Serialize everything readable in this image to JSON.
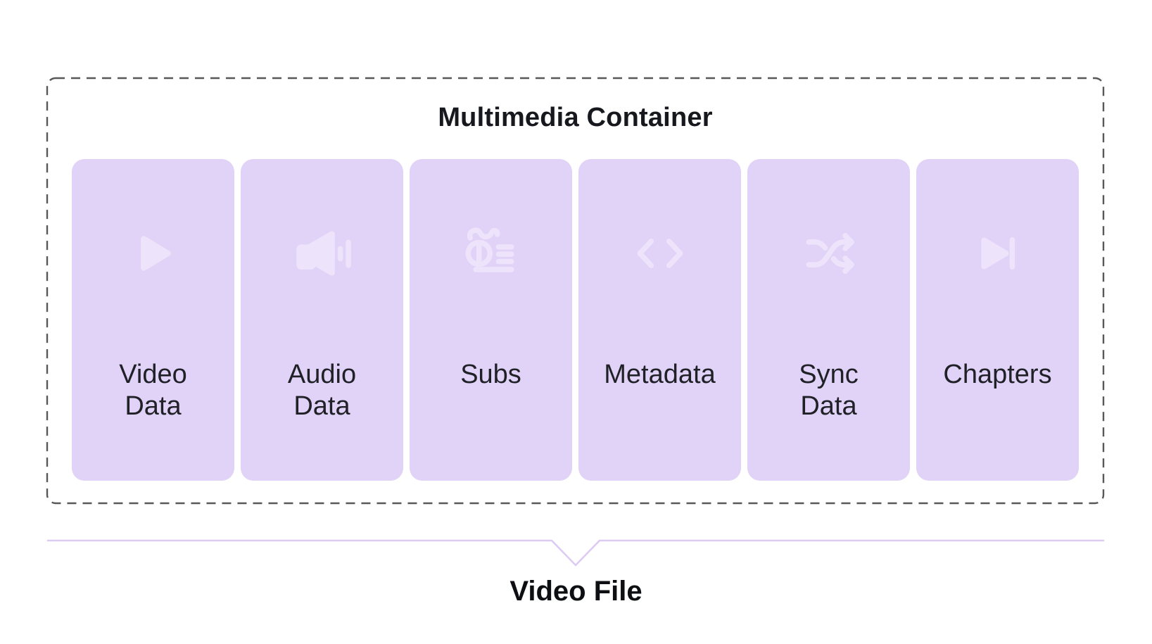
{
  "diagram": {
    "title": "Multimedia Container",
    "output_label": "Video File",
    "cards": [
      {
        "label": "Video\nData",
        "icon": "play-icon"
      },
      {
        "label": "Audio\nData",
        "icon": "volume-icon"
      },
      {
        "label": "Subs",
        "icon": "subtitles-icon"
      },
      {
        "label": "Metadata",
        "icon": "code-icon"
      },
      {
        "label": "Sync\nData",
        "icon": "shuffle-icon"
      },
      {
        "label": "Chapters",
        "icon": "skip-forward-icon"
      }
    ],
    "colors": {
      "background": "#ffffff",
      "card_background": "#e1d2f7",
      "icon": "#ede4fb",
      "dashed_border": "#58585a",
      "bracket_line": "#ddcbf3",
      "text": "#1f2126"
    }
  }
}
